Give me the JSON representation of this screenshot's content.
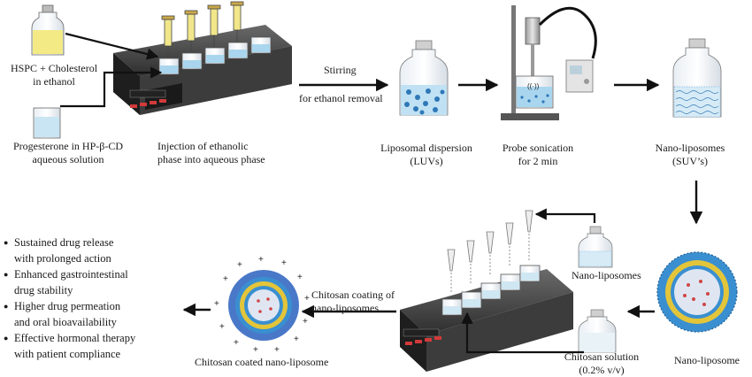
{
  "labels": {
    "hspc": [
      "HSPC + Cholesterol",
      "in ethanol"
    ],
    "progesterone": [
      "Progesterone in HP-β-CD",
      "aqueous solution"
    ],
    "injection": [
      "Injection of ethanolic",
      "phase into aqueous phase"
    ],
    "stirring": "Stirring",
    "ethanol_removal": "for ethanol removal",
    "liposomal_dispersion": [
      "Liposomal dispersion",
      "(LUVs)"
    ],
    "probe_sonication": [
      "Probe sonication",
      "for 2 min"
    ],
    "nano_liposomes_suv": [
      "Nano-liposomes",
      "(SUV’s)"
    ],
    "nano_liposomes_vial": "Nano-liposomes",
    "chitosan_solution": [
      "Chitosan solution",
      "(0.2% v/v)"
    ],
    "nano_liposome": "Nano-liposome",
    "chitosan_coating": [
      "Chitosan coating of",
      "nano-liposomes"
    ],
    "chitosan_coated": "Chitosan coated nano-liposome"
  },
  "benefits": [
    [
      "Sustained drug release",
      "with prolonged action"
    ],
    [
      "Enhanced gastrointestinal",
      "drug stability"
    ],
    [
      "Higher drug permeation",
      "and oral bioavailability"
    ],
    [
      "Effective hormonal therapy",
      "with patient compliance"
    ]
  ],
  "colors": {
    "lipid_head": "#3a8fd0",
    "lipid_tail": "#e3c53a",
    "chitosan_shell": "#4a78c8",
    "vesicle_fill": "#dfe6f2",
    "drug_dot": "#d04545",
    "liquid_blue": "#9fd0ea",
    "ethanol_yellow": "#f3ea86",
    "stirrer_body": "#3a3a3a"
  }
}
